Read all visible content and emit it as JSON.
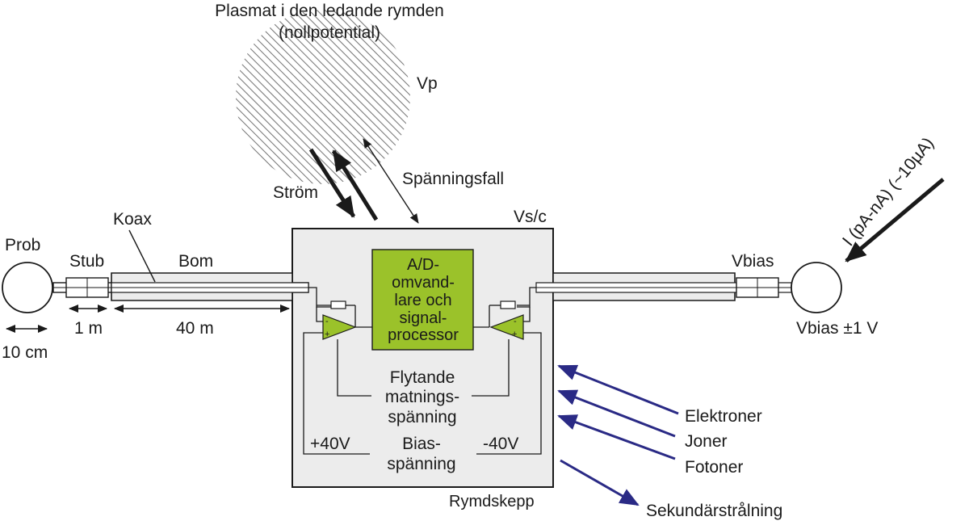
{
  "plasma": {
    "title_line1": "Plasmat i den ledande rymden",
    "title_line2": "(nollpotential)",
    "potential": "Vp"
  },
  "current_label": "Ström",
  "voltage_drop_label": "Spänningsfall",
  "spacecraft_potential": "Vs/c",
  "probe": {
    "label": "Prob",
    "size": "10 cm"
  },
  "stub": {
    "label": "Stub",
    "length": "1 m"
  },
  "coax_label": "Koax",
  "boom": {
    "label": "Bom",
    "length": "40 m"
  },
  "processor": {
    "lines": [
      "A/D-",
      "omvand-",
      "lare och",
      "signal-",
      "processor"
    ]
  },
  "opamp_signs": {
    "minus": "-",
    "plus": "+"
  },
  "floating_supply": {
    "lines": [
      "Flytande",
      "matnings-",
      "spänning"
    ]
  },
  "bias_supply": {
    "plus": "+40V",
    "minus": "-40V",
    "lines": [
      "Bias-",
      "spänning"
    ]
  },
  "spacecraft_label": "Rymdskepp",
  "right_side": {
    "vbias_label": "Vbias",
    "vbias_value": "Vbias ±1 V",
    "current_range": "I (pA-nA) (~10µA)"
  },
  "particles": {
    "electrons": "Elektroner",
    "ions": "Joner",
    "photons": "Fotoner",
    "secondary": "Sekundärstrålning"
  },
  "colors": {
    "spacecraft_fill": "#ececec",
    "processor_fill": "#9bc22a",
    "particle_arrow": "#2a2a85",
    "line": "#1a1a1a"
  }
}
